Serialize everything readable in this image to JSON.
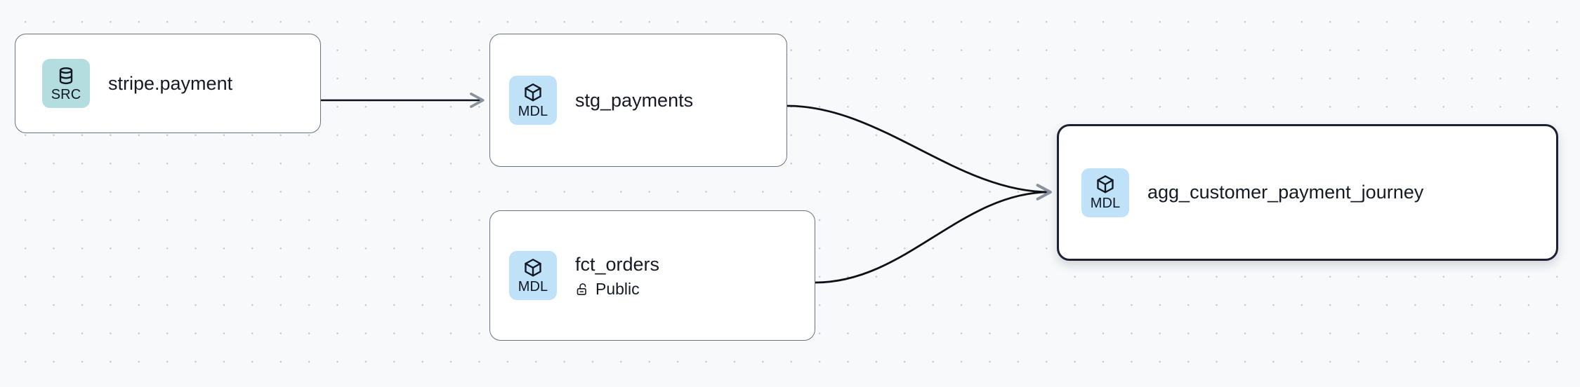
{
  "canvas": {
    "background_color": "#f7f9fb",
    "dot_color": "#c3c7d0",
    "edge_color": "#0d1117",
    "arrow_color": "#8b919e"
  },
  "nodes": [
    {
      "id": "stripe-payment",
      "title": "stripe.payment",
      "badge_label": "SRC",
      "badge_icon": "database-icon",
      "badge_color": "#b4dde0",
      "selected": false,
      "meta": null
    },
    {
      "id": "stg-payments",
      "title": "stg_payments",
      "badge_label": "MDL",
      "badge_icon": "cube-icon",
      "badge_color": "#bfe2f8",
      "selected": false,
      "meta": null
    },
    {
      "id": "fct-orders",
      "title": "fct_orders",
      "badge_label": "MDL",
      "badge_icon": "cube-icon",
      "badge_color": "#bfe2f8",
      "selected": false,
      "meta": {
        "icon": "unlock-icon",
        "label": "Public"
      }
    },
    {
      "id": "agg-customer-payment-journey",
      "title": "agg_customer_payment_journey",
      "badge_label": "MDL",
      "badge_icon": "cube-icon",
      "badge_color": "#bfe2f8",
      "selected": true,
      "meta": null
    }
  ],
  "edges": [
    {
      "from": "stripe-payment",
      "to": "stg-payments",
      "shape": "straight"
    },
    {
      "from": "stg-payments",
      "to": "agg-customer-payment-journey",
      "shape": "bezier-down"
    },
    {
      "from": "fct-orders",
      "to": "agg-customer-payment-journey",
      "shape": "bezier-up"
    }
  ]
}
